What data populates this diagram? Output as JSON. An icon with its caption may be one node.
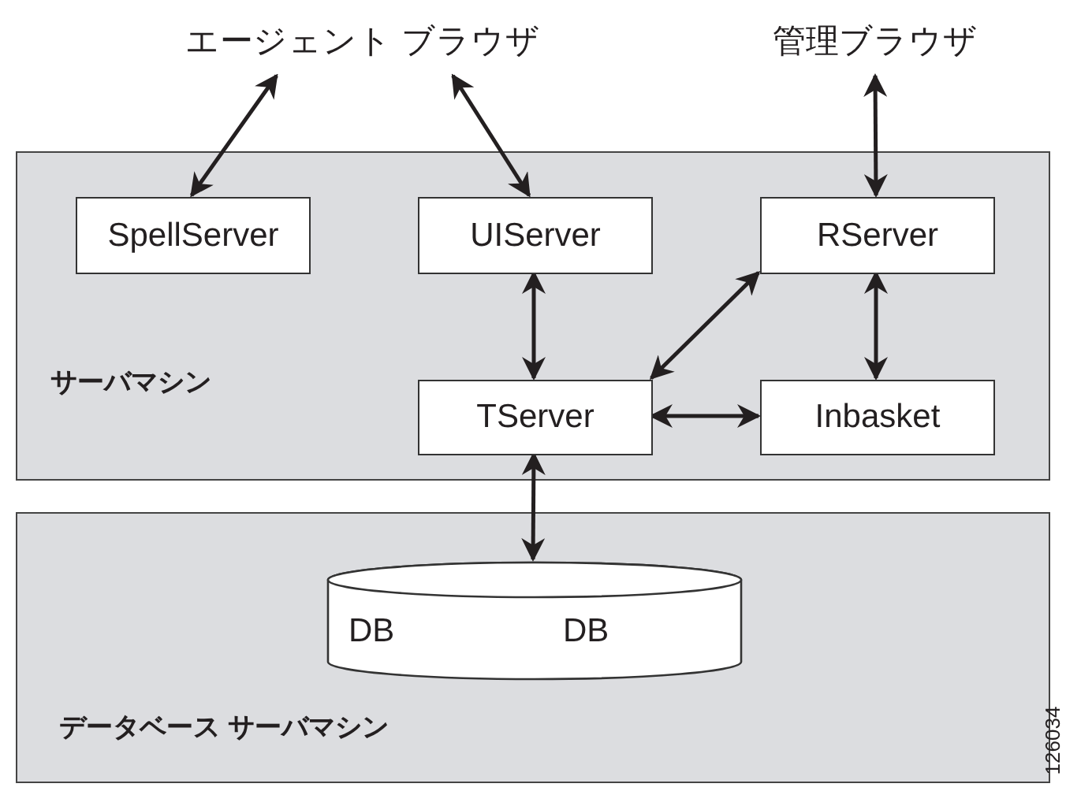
{
  "diagram": {
    "nodes": [
      {
        "text": [
          "エージェント ブラウザ"
        ]
      },
      {
        "text": [
          "管理ブラウザ"
        ]
      },
      {
        "text": [
          "サーバマシン"
        ]
      },
      {
        "text": [
          "SpellServer"
        ],
        "in": 2
      },
      {
        "text": [
          "UIServer"
        ],
        "in": 2
      },
      {
        "text": [
          "RServer"
        ],
        "in": 2
      },
      {
        "text": [
          "TServer"
        ],
        "in": 2
      },
      {
        "text": [
          "Inbasket"
        ],
        "in": 2
      },
      {
        "text": [
          "データベース サーバマシン"
        ]
      },
      {
        "text": [
          "DB",
          "DB"
        ],
        "in": 8
      }
    ],
    "edges": [
      {
        "from": 0,
        "to": 3,
        "arrow": "both"
      },
      {
        "from": 0,
        "to": 4,
        "arrow": "both"
      },
      {
        "from": 1,
        "to": 5,
        "arrow": "both"
      },
      {
        "from": 4,
        "to": 6,
        "arrow": "both"
      },
      {
        "from": 6,
        "to": 5,
        "arrow": "both"
      },
      {
        "from": 5,
        "to": 7,
        "arrow": "both"
      },
      {
        "from": 6,
        "to": 7,
        "arrow": "both"
      },
      {
        "from": 6,
        "to": 9,
        "arrow": "both"
      }
    ],
    "labels": [
      "126034"
    ]
  }
}
